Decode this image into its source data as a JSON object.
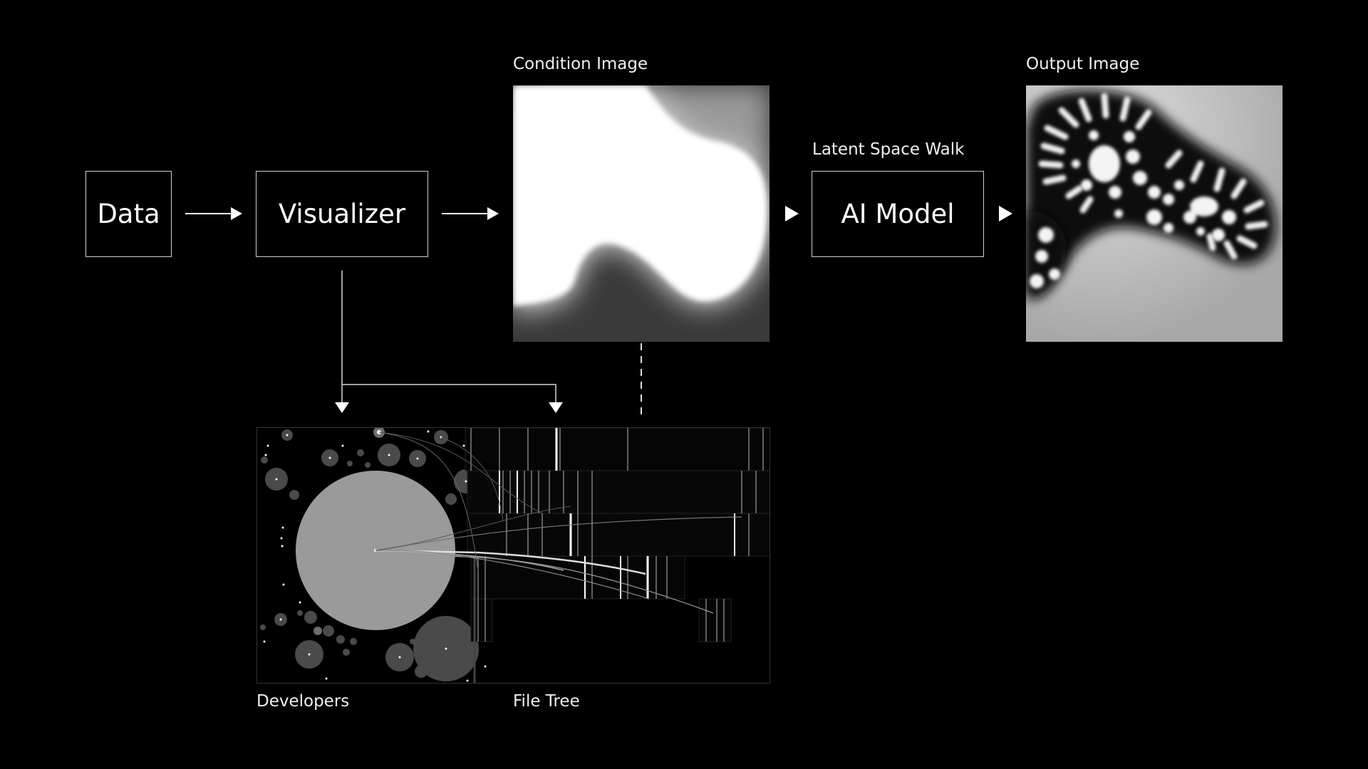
{
  "nodes": {
    "data": {
      "label": "Data"
    },
    "visualizer": {
      "label": "Visualizer"
    },
    "ai_model": {
      "label": "AI Model"
    }
  },
  "labels": {
    "condition_image": "Condition Image",
    "output_image": "Output Image",
    "latent_space_walk": "Latent Space Walk",
    "developers": "Developers",
    "file_tree": "File Tree"
  },
  "colors": {
    "background": "#000000",
    "stroke": "#d0d0d0",
    "text": "#ffffff",
    "developer_main": "#9a9a9a",
    "developer_dim": "#4a4a4a"
  }
}
